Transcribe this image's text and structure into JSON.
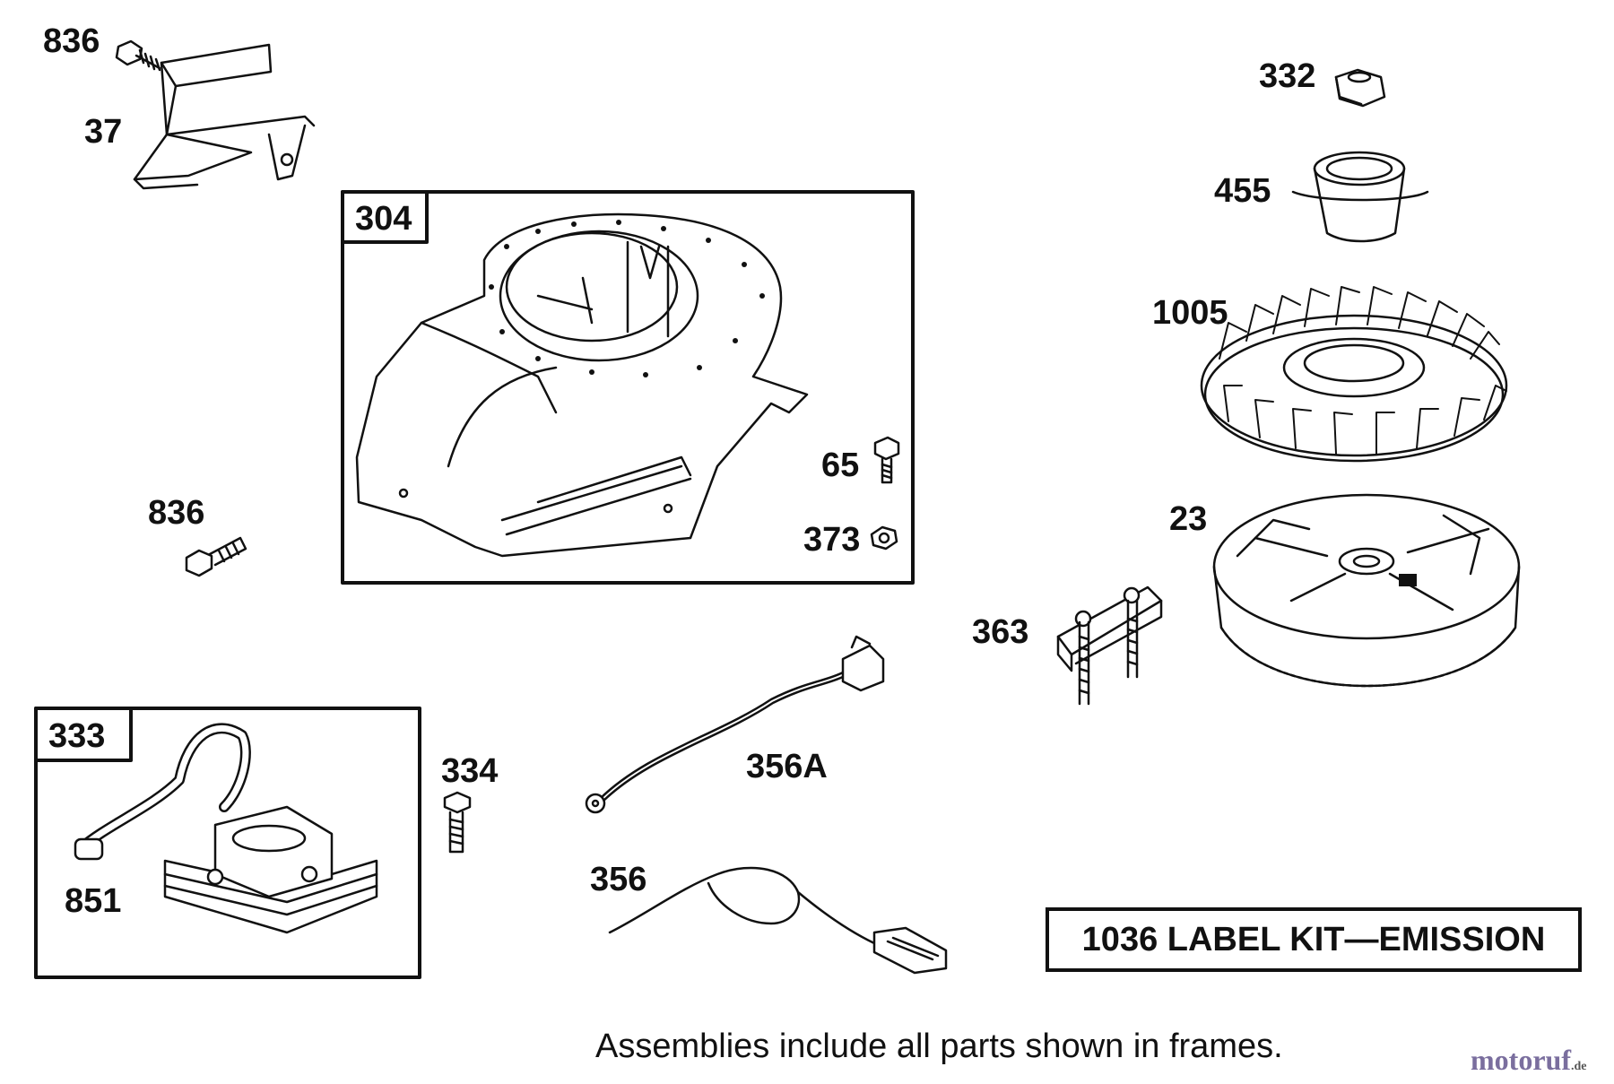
{
  "parts": {
    "p836_top": "836",
    "p37": "37",
    "p304": "304",
    "p65": "65",
    "p373": "373",
    "p836_mid": "836",
    "p333": "333",
    "p851": "851",
    "p334": "334",
    "p356A": "356A",
    "p356": "356",
    "p363": "363",
    "p332": "332",
    "p455": "455",
    "p1005": "1005",
    "p23": "23"
  },
  "kit_label": "1036 LABEL KIT—EMISSION",
  "footer_note": "Assemblies include all parts shown in frames.",
  "watermark": {
    "name": "motoruf",
    "tld": ".de"
  }
}
